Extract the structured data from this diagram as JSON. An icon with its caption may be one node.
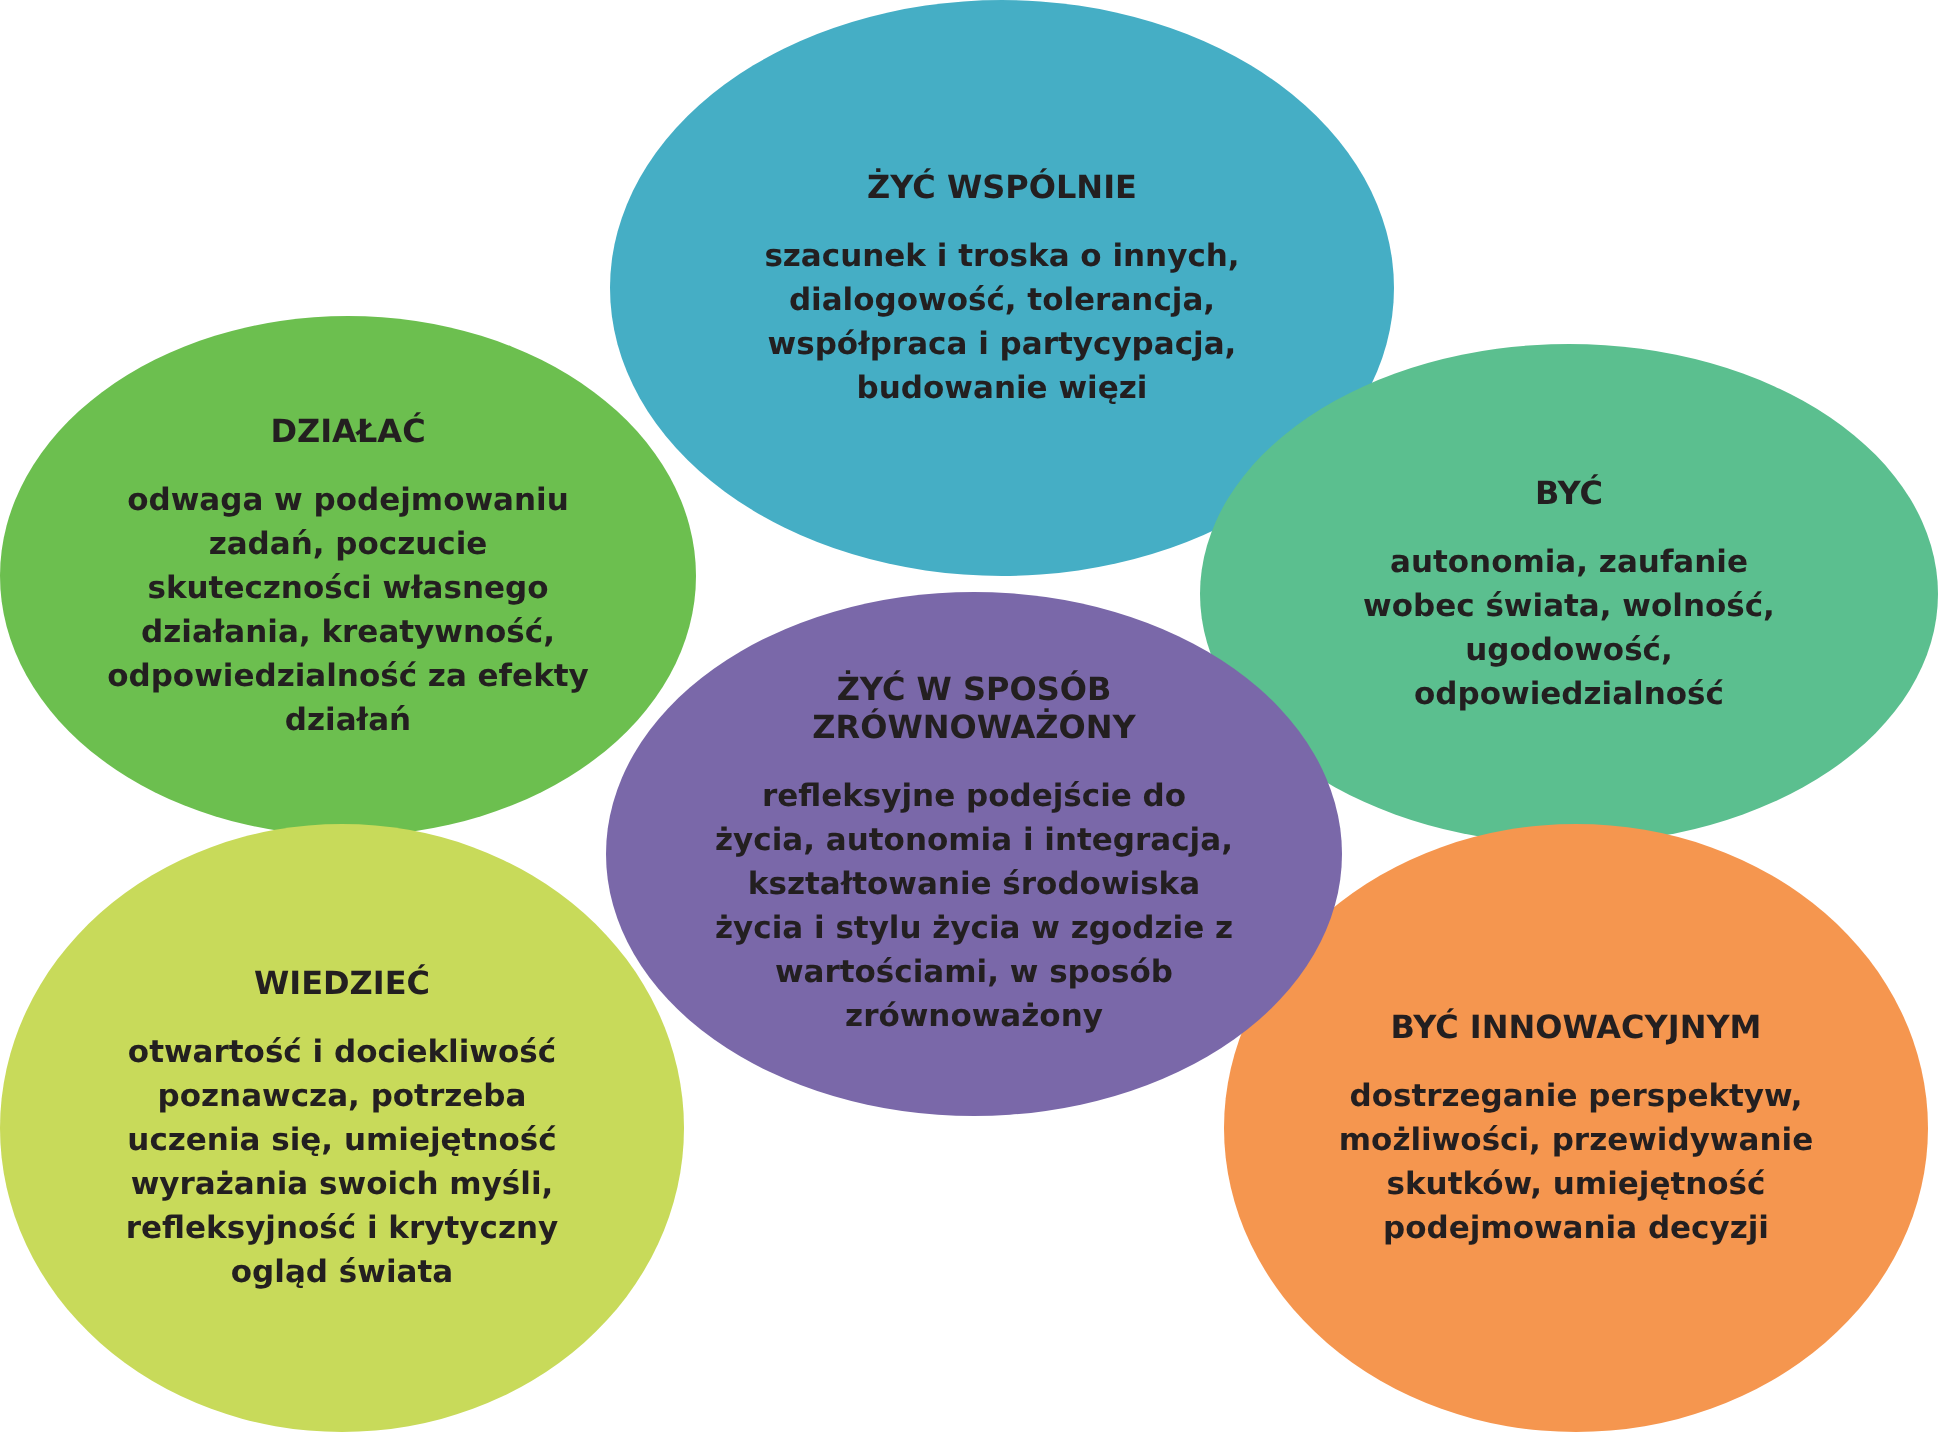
{
  "diagram": {
    "nodes": [
      {
        "text": [
          "ŻYĆ WSPÓLNIE",
          "szacunek i troska o innych, dialogowość, tolerancja, współpraca i partycypacja, budowanie więzi"
        ]
      },
      {
        "text": [
          "DZIAŁAĆ",
          "odwaga w podejmowaniu zadań, poczucie skuteczności własnego działania, kreatywność, odpowiedzialność za efekty działań"
        ]
      },
      {
        "text": [
          "BYĆ",
          "autonomia, zaufanie wobec świata, wolność, ugodowość, odpowiedzialność"
        ]
      },
      {
        "text": [
          "ŻYĆ W SPOSÓB ZRÓWNOWAŻONY",
          "refleksyjne podejście do życia, autonomia i integracja, kształtowanie środowiska życia i stylu życia w zgodzie z wartościami, w sposób zrównoważony"
        ]
      },
      {
        "text": [
          "WIEDZIEĆ",
          "otwartość i dociekliwość poznawcza, potrzeba uczenia się, umiejętność wyrażania swoich myśli, refleksyjność i krytyczny ogląd świata"
        ]
      },
      {
        "text": [
          "BYĆ INNOWACYJNYM",
          "dostrzeganie perspektyw, możliwości, przewidywanie skutków, umiejętność podejmowania decyzji"
        ]
      }
    ]
  }
}
